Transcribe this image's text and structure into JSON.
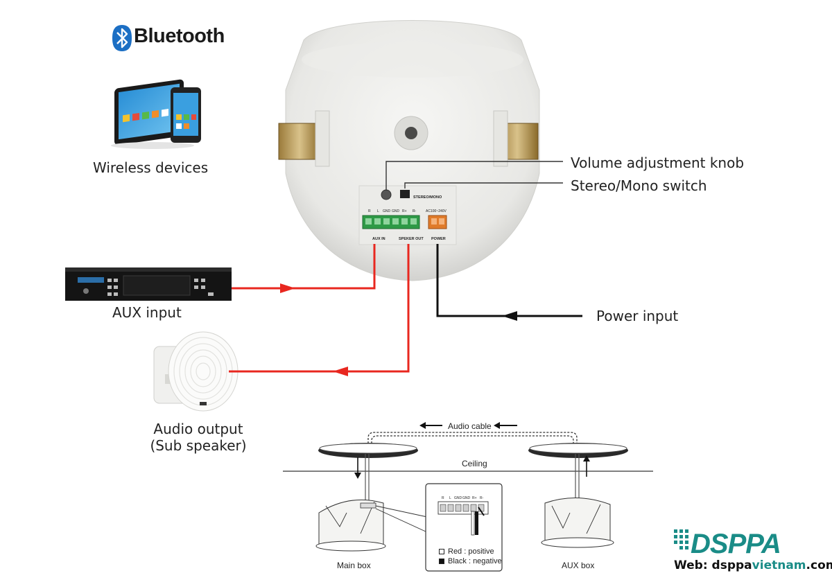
{
  "bluetooth": {
    "label": "Bluetooth"
  },
  "labels": {
    "wireless_devices": "Wireless devices",
    "aux_input": "AUX input",
    "audio_output_line1": "Audio output",
    "audio_output_line2": "(Sub speaker)",
    "volume_knob": "Volume adjustment knob",
    "stereo_mono": "Stereo/Mono switch",
    "power_input": "Power input"
  },
  "panel": {
    "stereo_mono_tag": "STEREO/MONO",
    "terminal_labels": [
      "R",
      "L",
      "GND",
      "GND",
      "R+",
      "R-"
    ],
    "aux_in_tag": "AUX IN",
    "speaker_out_tag": "SPEKER OUT",
    "power_voltage": "AC100~240V",
    "power_tag": "POWER"
  },
  "install": {
    "audio_cable": "Audio cable",
    "ceiling": "Ceiling",
    "main_box": "Main box",
    "aux_box": "AUX box",
    "terminal_labels": [
      "R",
      "L",
      "GND",
      "GND",
      "R+",
      "R-"
    ],
    "legend_positive": "Red : positive",
    "legend_negative": "Black : negative"
  },
  "brand": {
    "logo": "DSPPA",
    "web_prefix": "Web: dsppa",
    "web_highlight": "vietnam",
    "web_suffix": ".com"
  },
  "colors": {
    "signal": "#e8271f",
    "power_line": "#111111",
    "brand_teal": "#1a8c87",
    "bluetooth": "#1c6fc4",
    "terminal_green": "#2e9a46",
    "terminal_orange": "#e07b2a"
  }
}
